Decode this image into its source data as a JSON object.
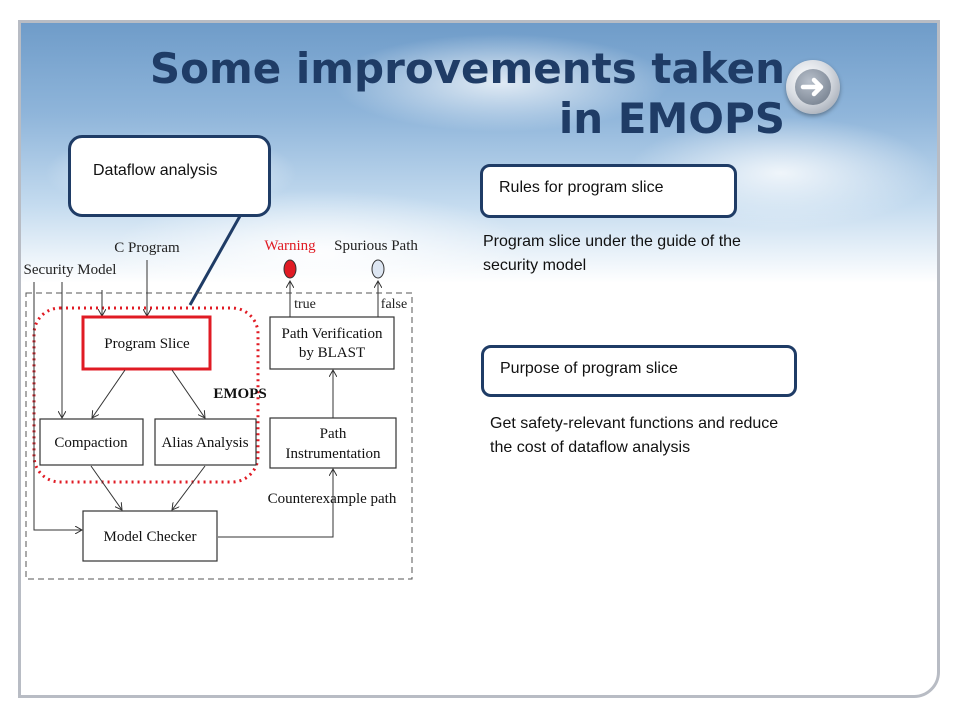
{
  "slide": {
    "title_line1": "Some improvements taken",
    "title_line2": "in EMOPS",
    "callout": "Dataflow analysis",
    "rules_label": "Rules for program slice",
    "rules_text_line1": "Program slice under the guide of the",
    "rules_text_line2": "security model",
    "purpose_label": "Purpose of program slice",
    "purpose_text_line1": "Get safety-relevant functions and reduce",
    "purpose_text_line2": "the cost of dataflow analysis"
  },
  "diagram": {
    "c_program": "C Program",
    "security_model": "Security Model",
    "warning": "Warning",
    "spurious_path": "Spurious Path",
    "true_label": "true",
    "false_label": "false",
    "program_slice": "Program Slice",
    "path_verification_line1": "Path Verification",
    "path_verification_line2": "by BLAST",
    "emops": "EMOPS",
    "compaction": "Compaction",
    "alias_analysis": "Alias Analysis",
    "path_instr_line1": "Path",
    "path_instr_line2": "Instrumentation",
    "counterexample_path": "Counterexample path",
    "model_checker": "Model Checker"
  },
  "colors": {
    "title": "#1f3c66",
    "highlight": "#e01b24",
    "warning": "#e01b24",
    "border": "#1f3c66"
  },
  "icons": {
    "nav": "arrow-right-icon"
  }
}
